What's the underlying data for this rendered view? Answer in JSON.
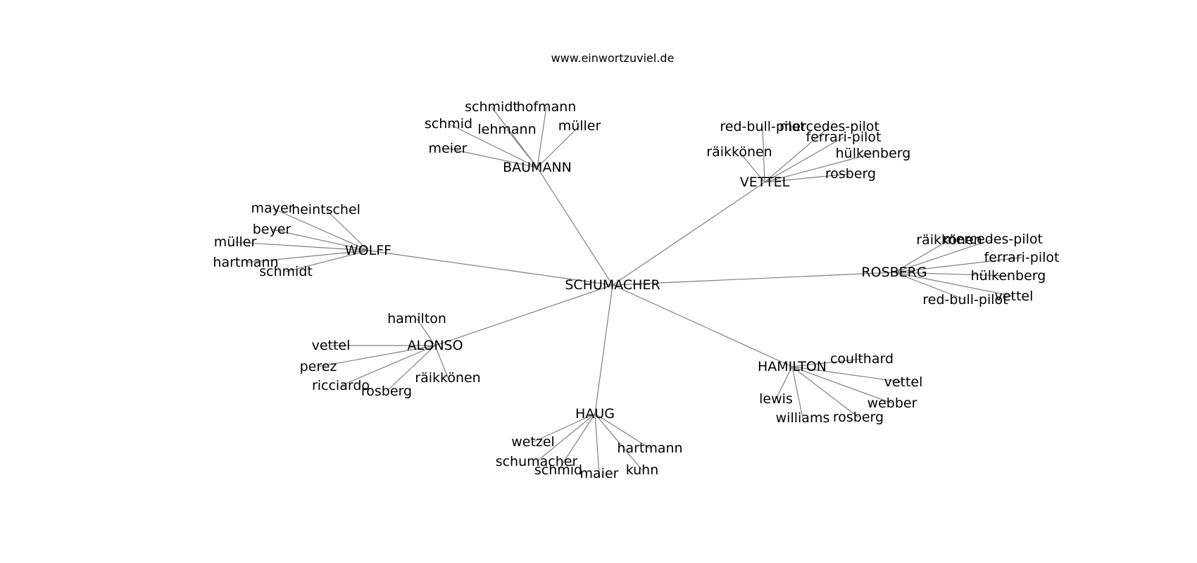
{
  "title": "www.einwortzuviel.de",
  "colors": {
    "edge": "#808080",
    "text": "#000000",
    "background": "#ffffff"
  },
  "center": {
    "id": "center",
    "label": "SCHUMACHER"
  },
  "hubs": [
    {
      "id": "hub-baumann",
      "label": "BAUMANN",
      "leaves": [
        "schmidt",
        "hofmann",
        "schmid",
        "lehmann",
        "müller",
        "meier"
      ]
    },
    {
      "id": "hub-vettel",
      "label": "VETTEL",
      "leaves": [
        "red-bull-pilot",
        "mercedes-pilot",
        "ferrari-pilot",
        "räikkönen",
        "hülkenberg",
        "rosberg"
      ]
    },
    {
      "id": "hub-wolff",
      "label": "WOLFF",
      "leaves": [
        "mayer",
        "heintschel",
        "beyer",
        "müller",
        "hartmann",
        "schmidt"
      ]
    },
    {
      "id": "hub-rosberg",
      "label": "ROSBERG",
      "leaves": [
        "räikkönen",
        "mercedes-pilot",
        "ferrari-pilot",
        "hülkenberg",
        "red-bull-pilot",
        "vettel"
      ]
    },
    {
      "id": "hub-alonso",
      "label": "ALONSO",
      "leaves": [
        "hamilton",
        "vettel",
        "perez",
        "ricciardo",
        "rosberg",
        "räikkönen"
      ]
    },
    {
      "id": "hub-hamilton",
      "label": "HAMILTON",
      "leaves": [
        "coulthard",
        "vettel",
        "webber",
        "lewis",
        "williams",
        "rosberg"
      ]
    },
    {
      "id": "hub-haug",
      "label": "HAUG",
      "leaves": [
        "wetzel",
        "hartmann",
        "schumacher",
        "schmid",
        "maier",
        "kuhn"
      ]
    }
  ]
}
